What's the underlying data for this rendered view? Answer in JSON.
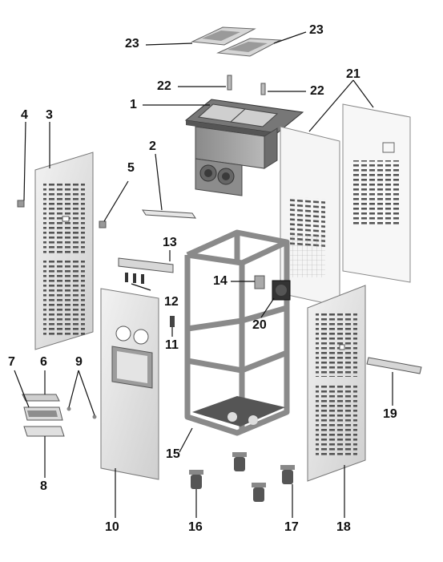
{
  "diagram": {
    "labels": {
      "l1": "1",
      "l2": "2",
      "l3": "3",
      "l4": "4",
      "l5": "5",
      "l6": "6",
      "l7": "7",
      "l8": "8",
      "l9": "9",
      "l10": "10",
      "l11": "11",
      "l12": "12",
      "l13": "13",
      "l14": "14",
      "l15": "15",
      "l16": "16",
      "l17": "17",
      "l18": "18",
      "l19": "19",
      "l20": "20",
      "l21": "21",
      "l22a": "22",
      "l22b": "22",
      "l23a": "23",
      "l23b": "23"
    }
  }
}
